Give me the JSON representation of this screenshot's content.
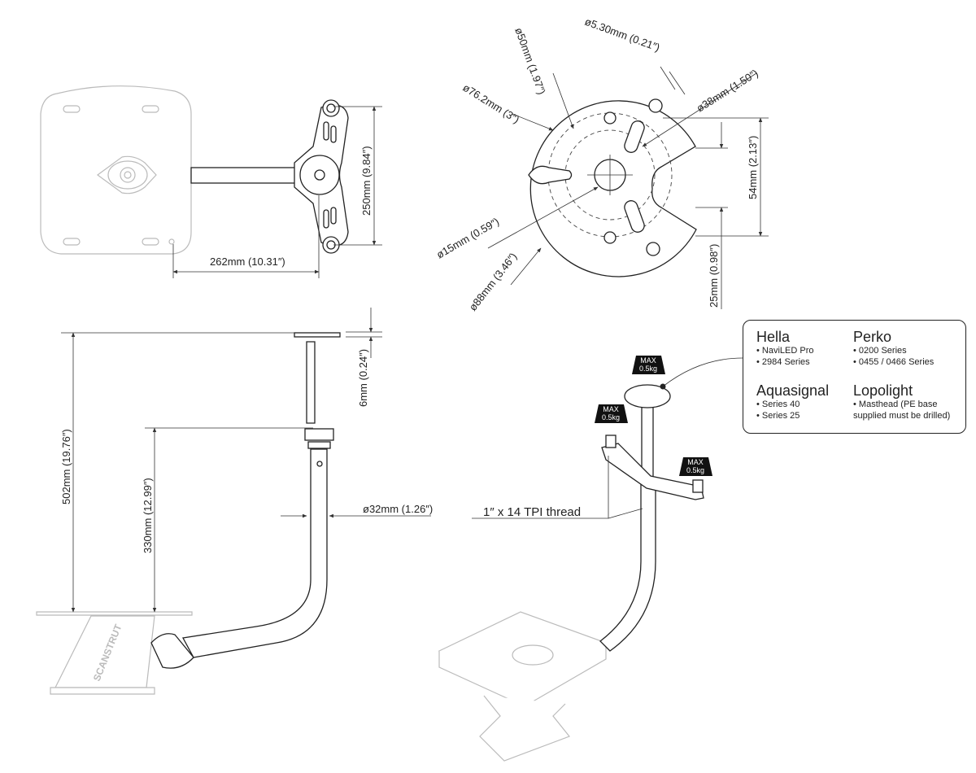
{
  "dimensions": {
    "plate_to_pole": "262mm (10.31″)",
    "bracket_height": "250mm (9.84″)",
    "dia_50": "ø50mm (1.97″)",
    "dia_5_30": "ø5.30mm (0.21″)",
    "dia_76_2": "ø76.2mm (3″)",
    "dia_38": "ø38mm (1.50″)",
    "slot_54": "54mm (2.13″)",
    "dia_15": "ø15mm (0.59″)",
    "dia_88": "ø88mm (3.46″)",
    "offset_25": "25mm (0.98″)",
    "total_height": "502mm (19.76″)",
    "top_plate": "6mm (0.24″)",
    "pole_height": "330mm (12.99″)",
    "pole_dia": "ø32mm (1.26″)",
    "thread": "1″ x 14 TPI thread"
  },
  "weights": {
    "max_label": "MAX",
    "max_value": "0.5kg"
  },
  "compatibility": [
    {
      "brand": "Hella",
      "items": [
        "NaviLED Pro",
        "2984 Series"
      ]
    },
    {
      "brand": "Perko",
      "items": [
        "0200 Series",
        "0455 / 0466 Series"
      ]
    },
    {
      "brand": "Aquasignal",
      "items": [
        "Series 40",
        "Series 25"
      ]
    },
    {
      "brand": "Lopolight",
      "items": [
        "Masthead (PE base supplied must be drilled)"
      ]
    }
  ],
  "logo_text": "SCANSTRUT"
}
